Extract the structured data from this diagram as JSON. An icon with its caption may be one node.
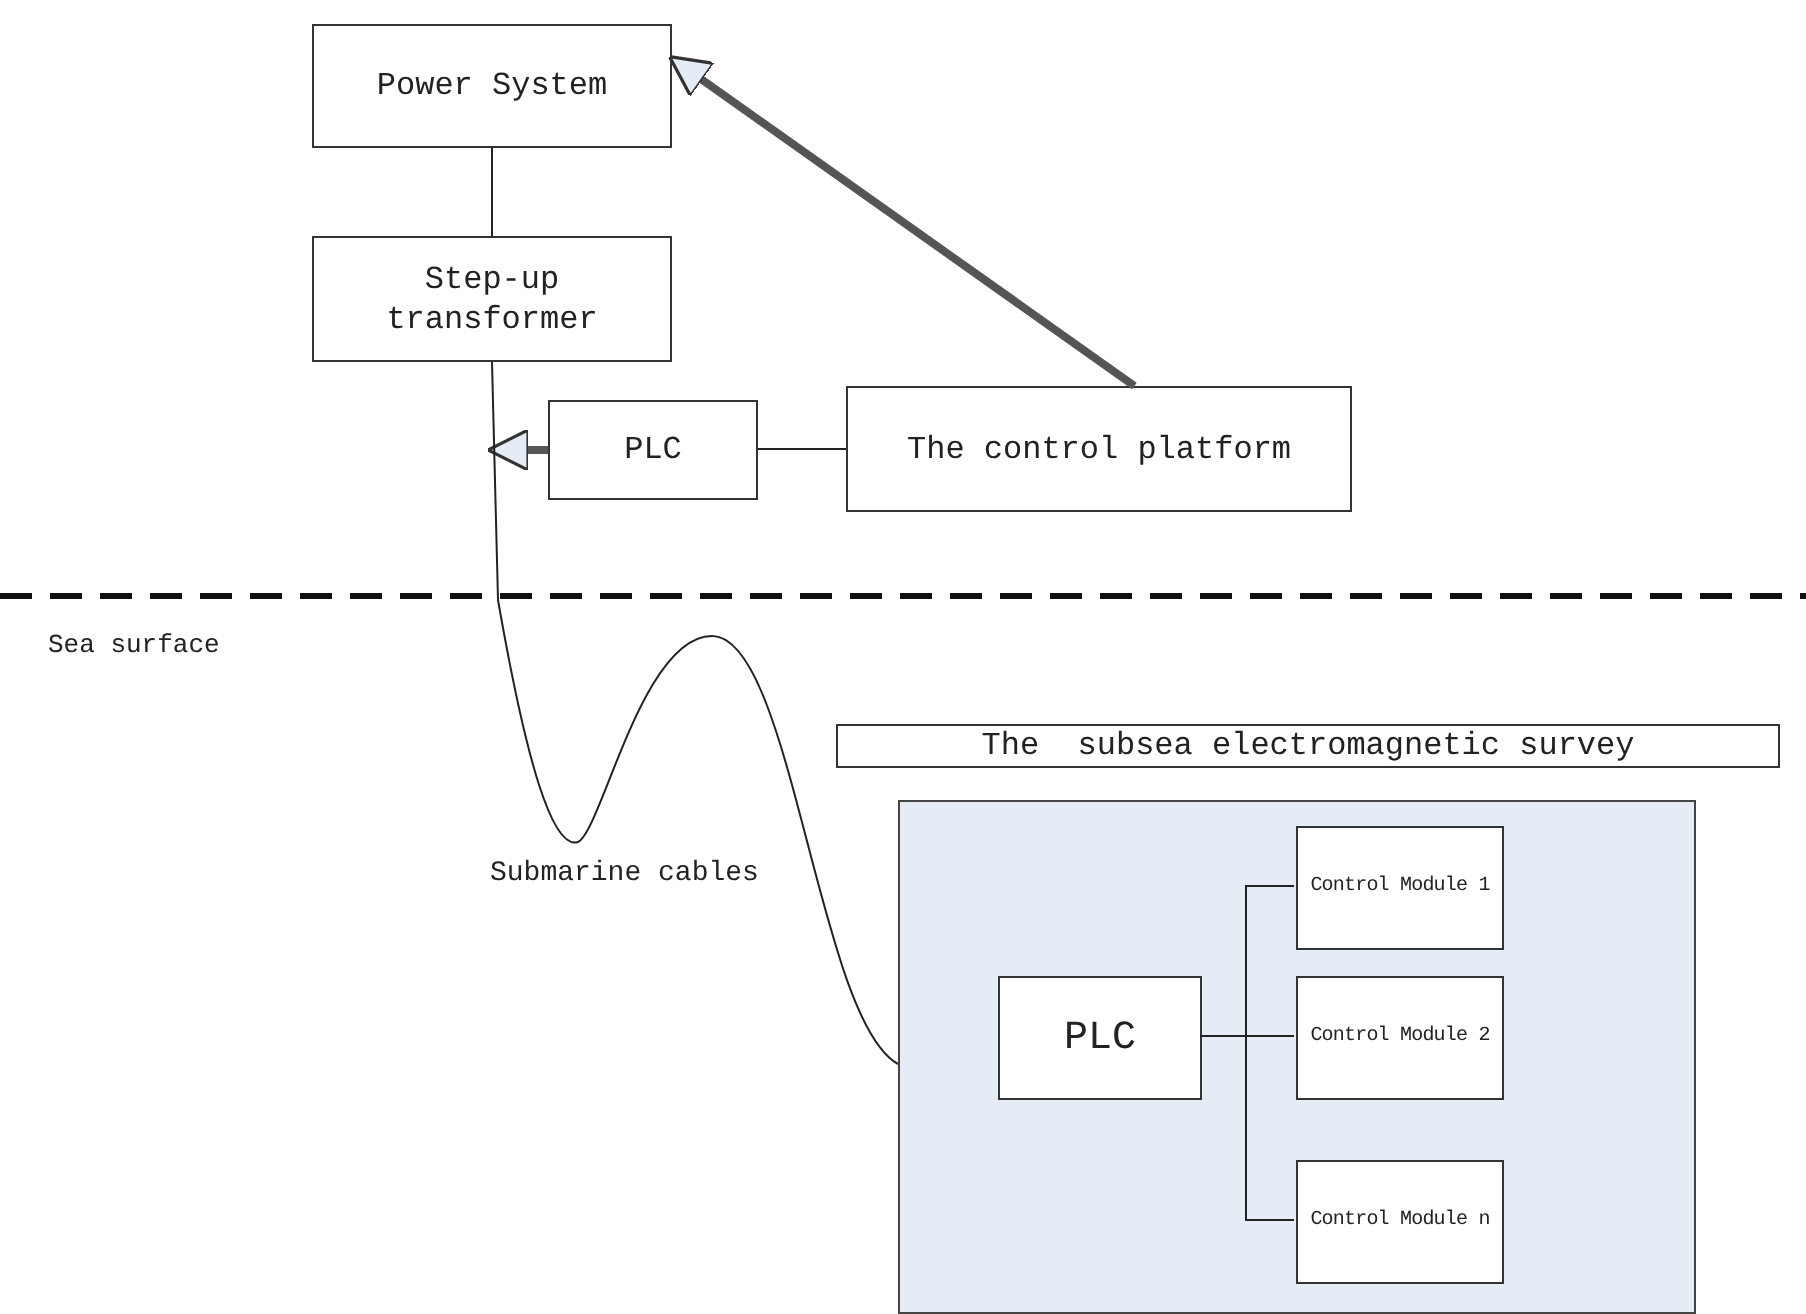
{
  "diagram": {
    "nodes": [
      {
        "text": [
          "Power System"
        ]
      },
      {
        "text": [
          "Step-up transformer"
        ]
      },
      {
        "text": [
          "PLC"
        ]
      },
      {
        "text": [
          "The control platform"
        ]
      },
      {
        "text": [
          "The  subsea electromagnetic survey"
        ]
      },
      {
        "text": [],
        "shape": "box"
      },
      {
        "text": [
          "PLC"
        ],
        "in": 5
      },
      {
        "text": [
          "Control Module 1"
        ],
        "in": 5
      },
      {
        "text": [
          "Control Module 2"
        ],
        "in": 5
      },
      {
        "text": [
          "Control Module n"
        ],
        "in": 5
      }
    ],
    "edges": [
      {
        "from": 0,
        "to": 1,
        "arrow": "none"
      },
      {
        "from": 3,
        "to": 0,
        "arrow": "to",
        "style": "thick"
      },
      {
        "from": 3,
        "to": 2,
        "arrow": "none"
      },
      {
        "from": 2,
        "to": null,
        "arrow": "to",
        "style": "thick"
      },
      {
        "from": 1,
        "to": 5,
        "arrow": "none",
        "label": "Submarine cables"
      },
      {
        "from": 6,
        "to": 7,
        "arrow": "none"
      },
      {
        "from": 6,
        "to": 8,
        "arrow": "none"
      },
      {
        "from": 6,
        "to": 9,
        "arrow": "none"
      }
    ],
    "labels": [
      "Sea surface"
    ]
  }
}
